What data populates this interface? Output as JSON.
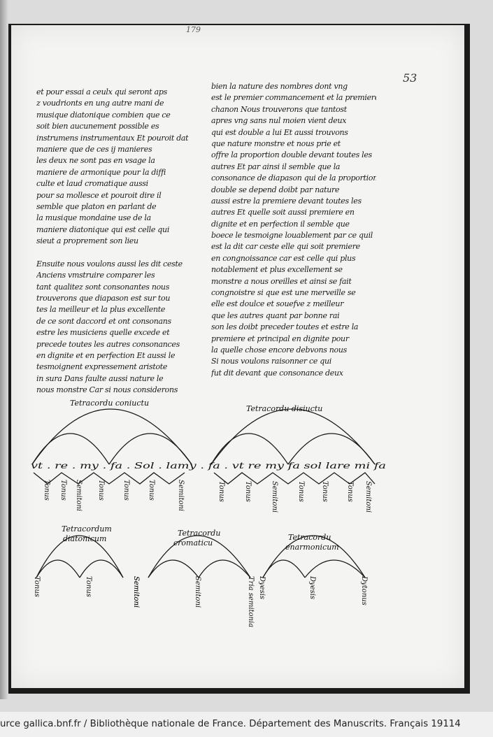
{
  "manuscript": {
    "folio_mark": "179",
    "page_number": "53",
    "left_column": [
      "et pour essai a ceulx qui seront aps",
      "z voudrionts en ung autre mani de",
      "musique diatonique combien que ce",
      "soit bien aucunement possible es",
      "instrumens instrumentaux Et pouroit dat",
      "maniere que de ces ij manieres",
      "les deux ne sont pas en vsage la",
      "maniere de armonique pour la diffi",
      "culte et laud cromatique aussi",
      "pour sa mollesce et pouroit dire il",
      "semble que platon en parlant de",
      "la musique mondaine use de la",
      "maniere diatonique qui est celle qui",
      "sieut a proprement son lieu",
      "",
      "Ensuite nous voulons aussi les dit ceste",
      "Anciens vmstruire comparer les",
      "tant qualitez sont consonantes nous",
      "trouverons que diapason est sur tou",
      "tes la meilleur et la plus excellente",
      "de ce sont daccord et ont consonans",
      "estre les musiciens quelle excede et",
      "precede toutes les autres consonances",
      "en dignite et en perfection Et aussi le",
      "tesmoignent expressement aristote",
      "in sura Dans faulte aussi nature le",
      "nous monstre Car si nous considerons"
    ],
    "right_column": [
      "bien la nature des nombres dont vng",
      "est le premier commancement et la premiere",
      "chanon Nous trouverons que tantost",
      "apres vng sans nul moien vient deux",
      "qui est double a lui Et aussi trouvons",
      "que nature monstre et nous prie et",
      "offre la proportion double devant toutes les",
      "autres Et par ainsi il semble que la",
      "consonance de diapason qui de la proportion",
      "double se depend doibt par nature",
      "aussi estre la premiere devant toutes les",
      "autres Et quelle soit aussi premiere en",
      "dignite et en perfection il semble que",
      "boece le tesmoigne louablement par ce quil",
      "est la dit car ceste elle qui soit premiere",
      "en congnoissance car est celle qui plus",
      "notablement et plus excellement se",
      "monstre a nous oreilles et ainsi se fait",
      "congnoistre si que est une merveille se",
      "elle est doulce et souefve z meilleur",
      "que les autres quant par bonne rai",
      "son les doibt preceder toutes et estre la",
      "premiere et principal en dignite pour",
      "la quelle chose encore debvons nous",
      "Si nous voulons raisonner ce qui",
      "fut dit devant que consonance deux"
    ],
    "diagram_conjunct": {
      "title": "Tetracordu coniuctu",
      "notes_line": "vt . re . my . fa . Sol . lamy . fa . vt re my fa sol lare mi fa",
      "labels": [
        "Tonus",
        "Tonus",
        "Semitoni",
        "Tonus",
        "Tonus",
        "Tonus",
        "Semitoni"
      ]
    },
    "diagram_disjunct": {
      "title": "Tetracordu disiuctu",
      "labels": [
        "Tonus",
        "Tonus",
        "Semitoni",
        "Tonus",
        "Tonus",
        "Tonus",
        "Semitoni"
      ]
    },
    "diagram_diatonic": {
      "title_line1": "Tetracordum",
      "title_line2": "diatonicum",
      "labels": [
        "Tonus",
        "Tonus",
        "Semitoni"
      ]
    },
    "diagram_chromatic": {
      "title_line1": "Tetracordu",
      "title_line2": "cromaticu",
      "labels": [
        "Semitoni",
        "Semitoni",
        "Tria semitonia"
      ]
    },
    "diagram_enharmonic": {
      "title_line1": "Tetracordu",
      "title_line2": "enarmonicum",
      "labels": [
        "Dyesis",
        "Dyesis",
        "Dytonus"
      ]
    },
    "colors": {
      "ink": "#1a1a1a",
      "parchment": "#f4f4f2",
      "background": "#dcdcdc"
    }
  },
  "footer": {
    "attribution": "urce gallica.bnf.fr / Bibliothèque nationale de France. Département des Manuscrits. Français 19114"
  }
}
